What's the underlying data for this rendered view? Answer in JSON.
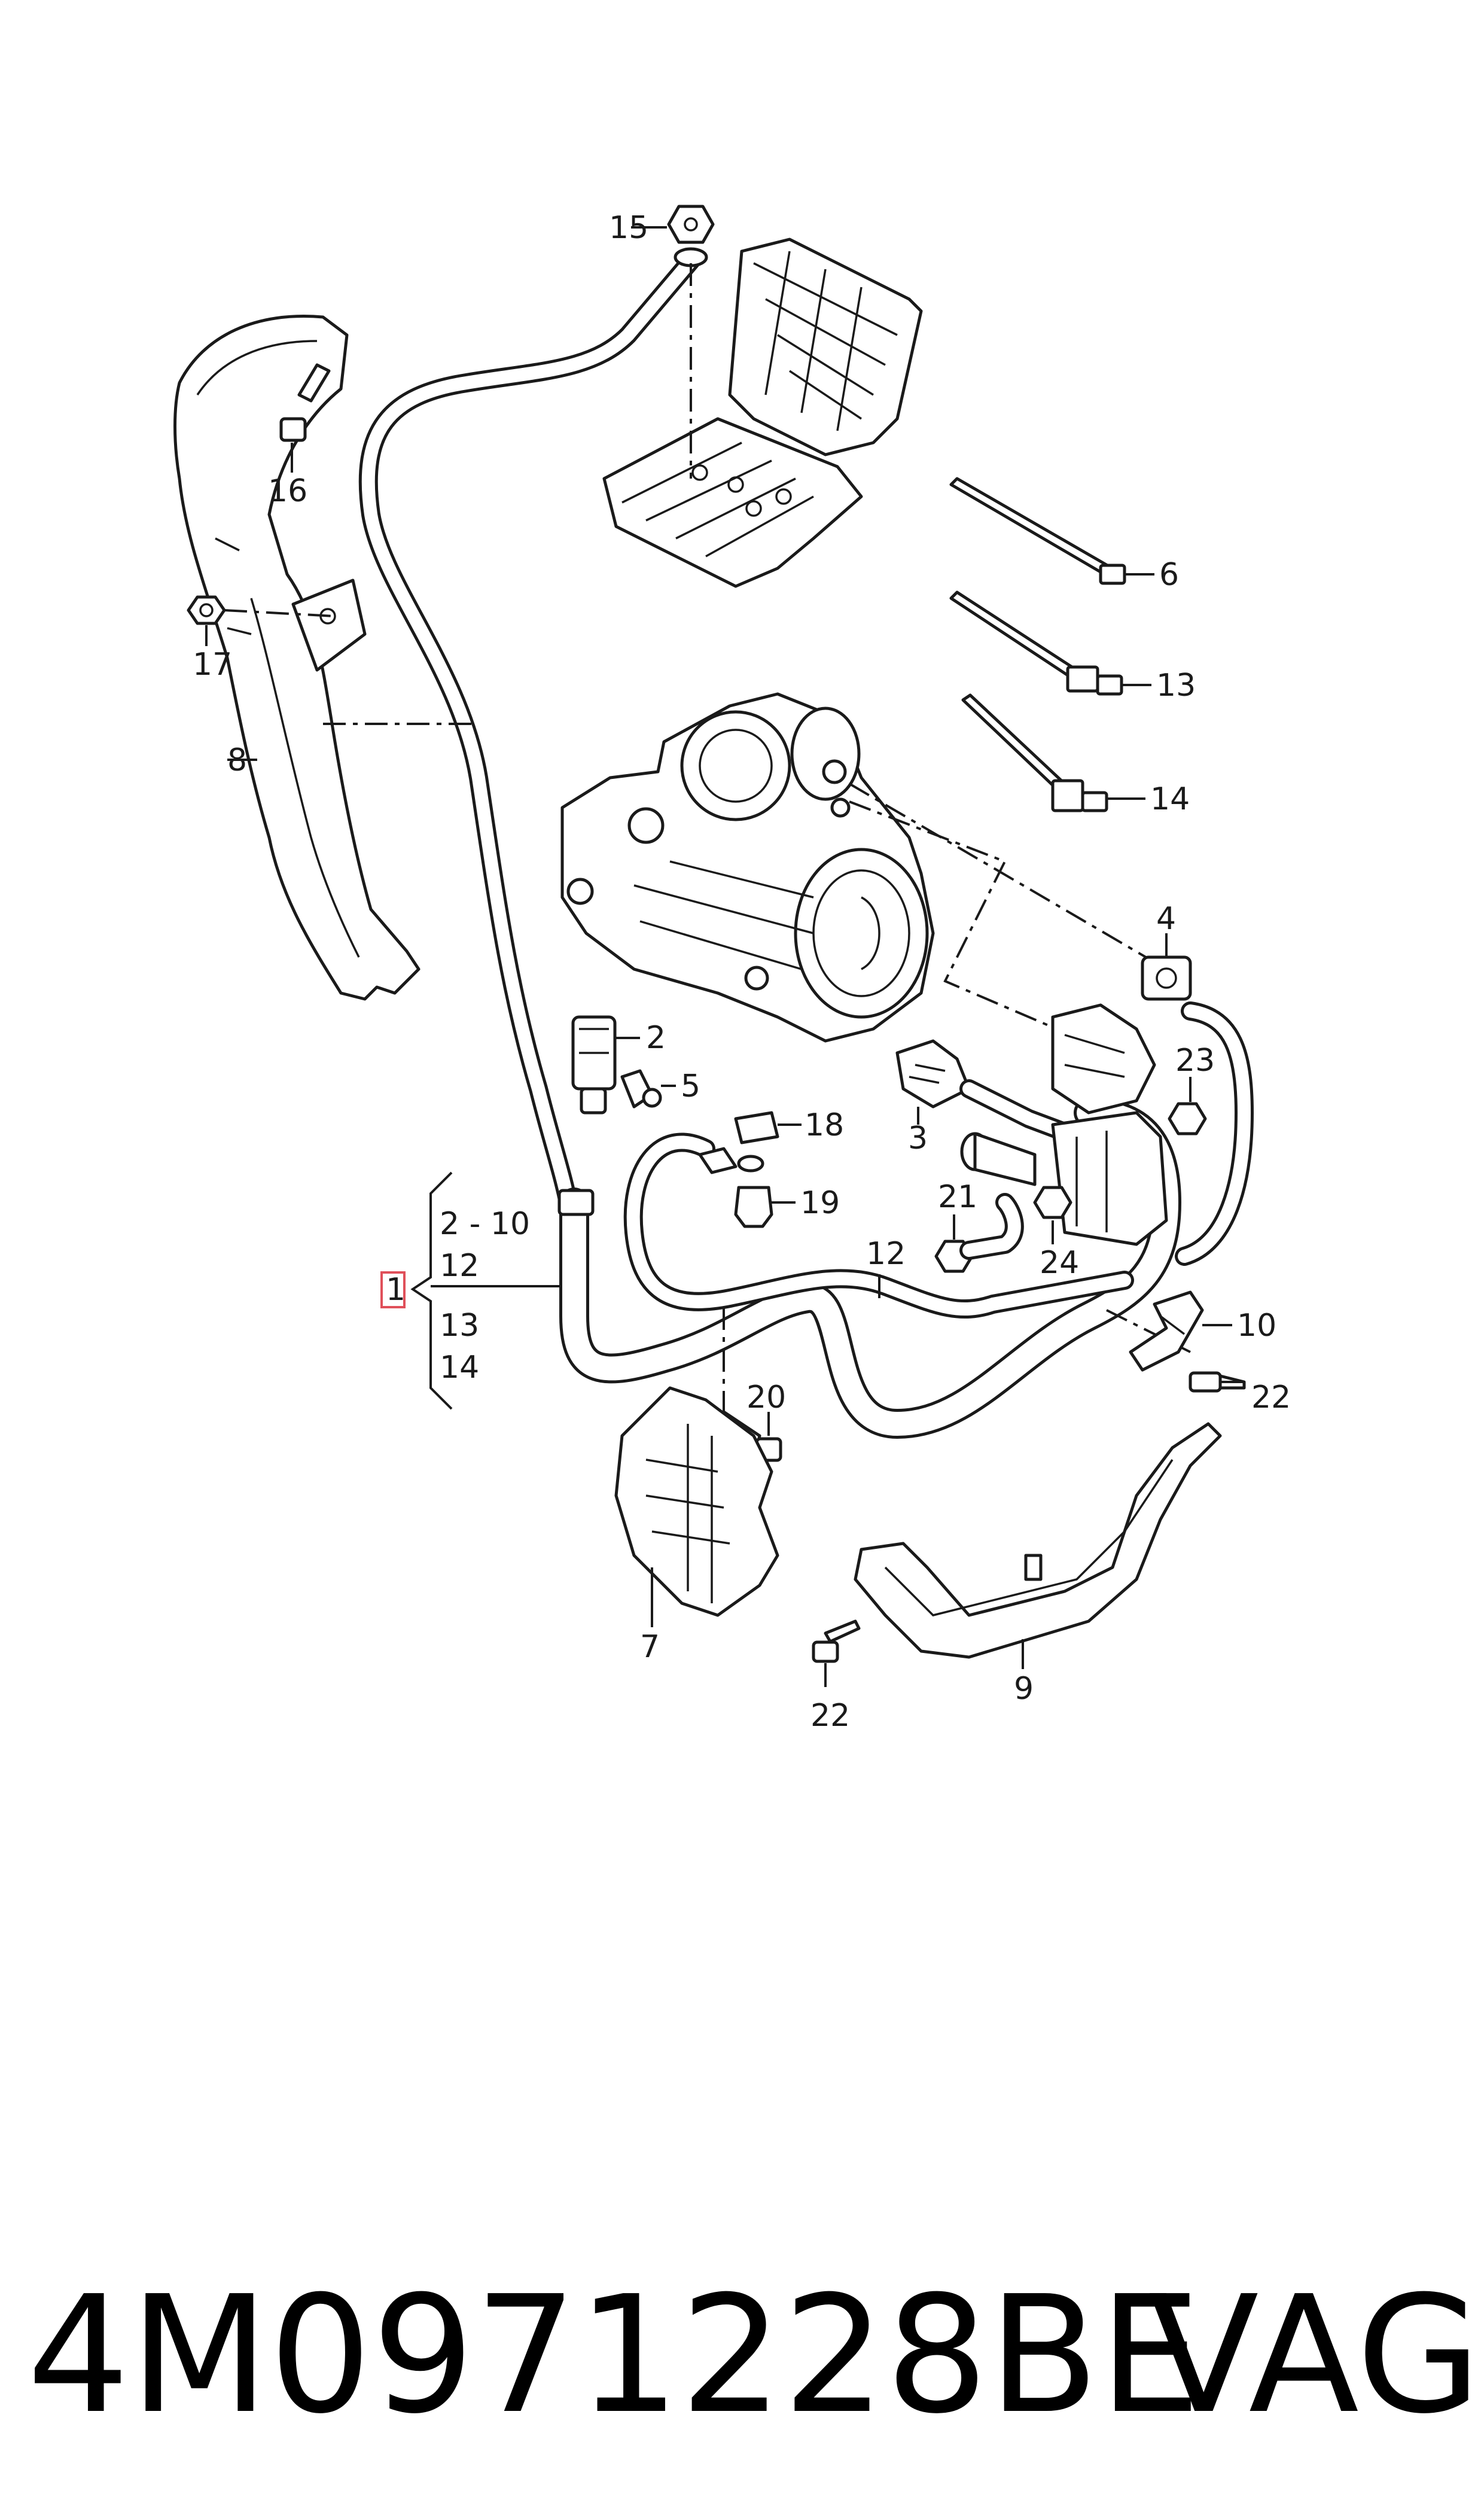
{
  "callouts": {
    "p1": "1",
    "p2": "2",
    "p3": "3",
    "p4": "4",
    "p5": "5",
    "p6": "6",
    "p7": "7",
    "p8": "8",
    "p9": "9",
    "p10": "10",
    "p12a": "12",
    "p13": "13",
    "p14": "14",
    "p15": "15",
    "p16": "16",
    "p17": "17",
    "p18": "18",
    "p19": "19",
    "p20": "20",
    "p21": "21",
    "p22a": "22",
    "p22b": "22",
    "p23": "23",
    "p24": "24"
  },
  "bracket_group": {
    "line1": "2 - 10",
    "line2": "12",
    "line3": "13",
    "line4": "14"
  },
  "footer": {
    "part_number": "4M0971228BE",
    "brand": "VAG"
  }
}
